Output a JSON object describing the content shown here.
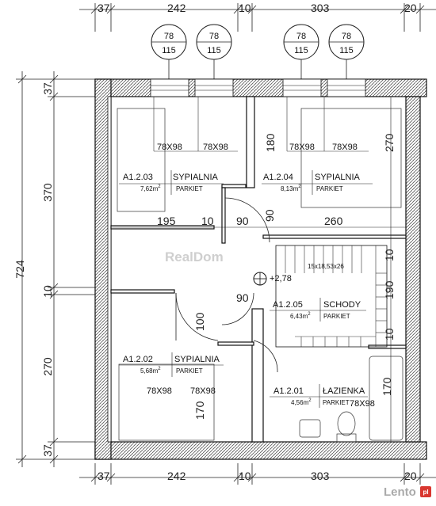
{
  "dimensions": {
    "top": [
      "37",
      "242",
      "10",
      "303",
      "20"
    ],
    "bottom": [
      "37",
      "242",
      "10",
      "303",
      "20"
    ],
    "left_total": "724",
    "left": [
      "37",
      "370",
      "10",
      "270",
      "37"
    ]
  },
  "windows": [
    {
      "width": "78",
      "height": "115"
    },
    {
      "width": "78",
      "height": "115"
    },
    {
      "width": "78",
      "height": "115"
    },
    {
      "width": "78",
      "height": "115"
    }
  ],
  "rooms": [
    {
      "code": "A1.2.03",
      "name": "SYPIALNIA",
      "area": "7,62m",
      "floor": "PARKIET"
    },
    {
      "code": "A1.2.04",
      "name": "SYPIALNIA",
      "area": "8,13m",
      "floor": "PARKIET"
    },
    {
      "code": "A1.2.05",
      "name": "SCHODY",
      "area": "6,43m",
      "floor": "PARKIET"
    },
    {
      "code": "A1.2.02",
      "name": "SYPIALNIA",
      "area": "5,68m",
      "floor": "PARKIET"
    },
    {
      "code": "A1.2.01",
      "name": "ŁAZIENKA",
      "area": "4,56m",
      "floor": "PARKIET"
    }
  ],
  "area_unit_sup": "2",
  "opening_labels": [
    "78X98",
    "78X98",
    "78X98",
    "78X98",
    "78X98",
    "78X98",
    "78X98"
  ],
  "inner_dims": {
    "d195": "195",
    "d10": "10",
    "d90a": "90",
    "d90b": "90",
    "d260": "260",
    "d180": "180",
    "d270a": "270",
    "d10b": "10",
    "d190": "190",
    "d10c": "10",
    "d90c": "90",
    "d100": "100",
    "d170a": "170",
    "d170b": "170"
  },
  "stairs_label": "15x18,53x26",
  "level": "+2,78",
  "watermark": "RealDom",
  "brand": "Lento",
  "brand_suffix": "pl"
}
